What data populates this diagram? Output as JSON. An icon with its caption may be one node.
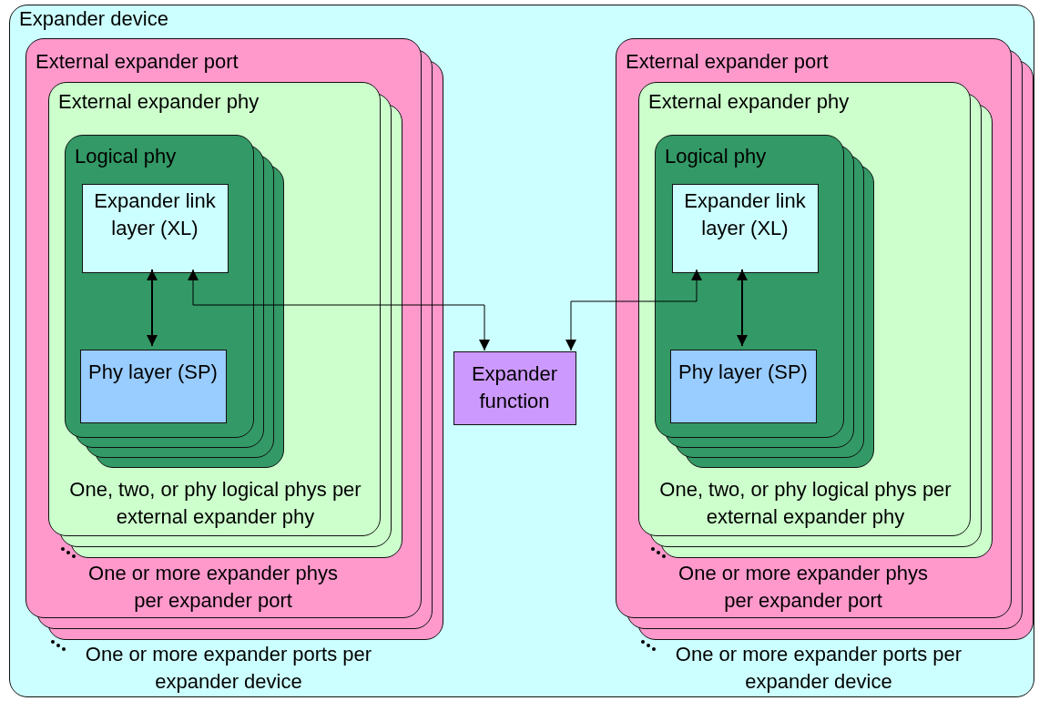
{
  "diagram": {
    "nodes": [
      {
        "text": [
          "Expander device",
          "One or more expander ports per expander device",
          "One or more expander ports per expander device"
        ]
      },
      {
        "text": [
          "External expander port",
          "One or more expander phys per expander port"
        ],
        "in": 0
      },
      {
        "text": [
          "External expander phy",
          "One, two, or phy logical phys per external expander phy"
        ],
        "in": 1
      },
      {
        "text": [
          "Logical phy"
        ],
        "in": 2
      },
      {
        "text": [
          "Expander link layer (XL)"
        ],
        "in": 3
      },
      {
        "text": [
          "Phy layer (SP)"
        ],
        "in": 3
      },
      {
        "text": [
          "Expander function"
        ],
        "in": 0
      },
      {
        "text": [
          "External expander port",
          "One or more expander phys per expander port"
        ],
        "in": 0
      },
      {
        "text": [
          "External expander phy",
          "One, two, or phy logical phys per external expander phy"
        ],
        "in": 7
      },
      {
        "text": [
          "Logical phy"
        ],
        "in": 8
      },
      {
        "text": [
          "Expander link layer (XL)"
        ],
        "in": 9
      },
      {
        "text": [
          "Phy layer (SP)"
        ],
        "in": 9
      }
    ],
    "edges": [
      {
        "from": 4,
        "to": 5,
        "arrow": "both"
      },
      {
        "from": 4,
        "to": 6,
        "arrow": "both"
      },
      {
        "from": 10,
        "to": 11,
        "arrow": "both"
      },
      {
        "from": 10,
        "to": 6,
        "arrow": "both"
      }
    ]
  }
}
